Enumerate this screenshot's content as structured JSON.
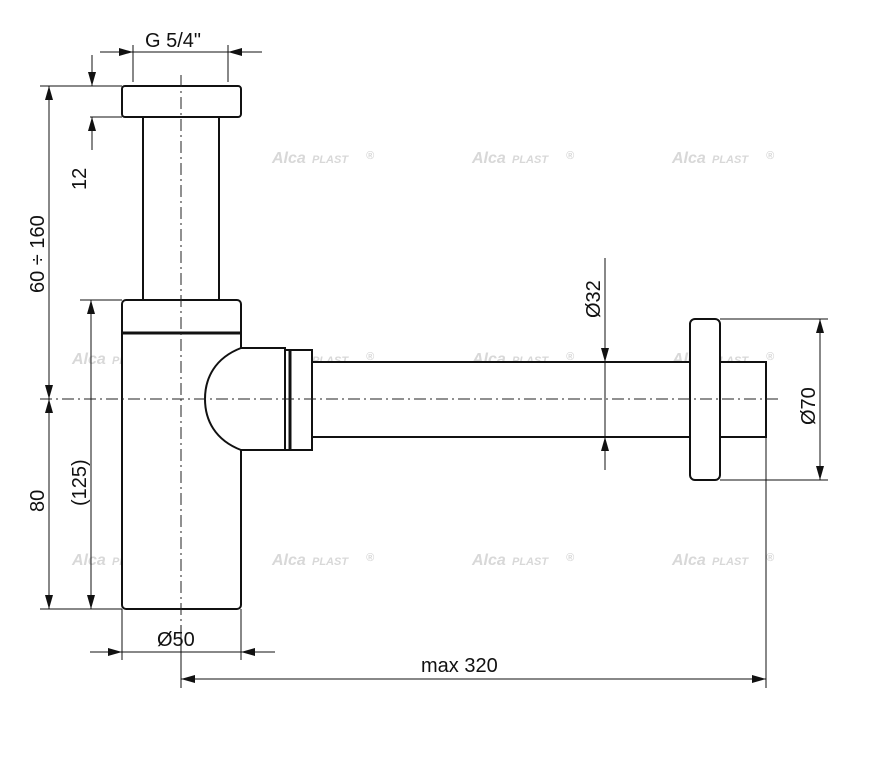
{
  "dimensions": {
    "thread": "G 5/4\"",
    "cap_height": "12",
    "height_range": "60 ÷ 160",
    "body_height": "80",
    "body_height_alt": "(125)",
    "outlet_diameter": "Ø32",
    "body_diameter": "Ø50",
    "rosette_diameter": "Ø70",
    "max_length": "max 320"
  },
  "watermark": {
    "brand_a": "Alca",
    "brand_b": "PLAST",
    "mark": "®"
  }
}
